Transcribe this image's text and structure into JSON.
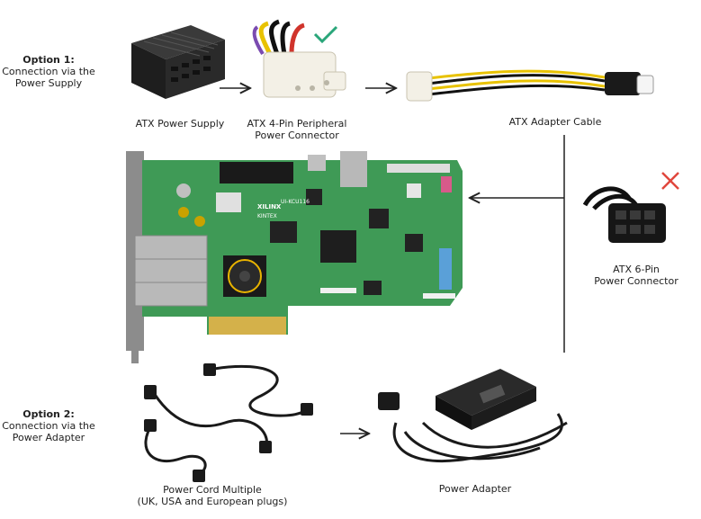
{
  "option1": {
    "title": "Option 1:",
    "line1": "Connection via the",
    "line2": "Power Supply"
  },
  "option2": {
    "title": "Option 2:",
    "line1": "Connection via the",
    "line2": "Power Adapter"
  },
  "captions": {
    "atx_power_supply": "ATX Power Supply",
    "atx_4pin_line1": "ATX 4-Pin Peripheral",
    "atx_4pin_line2": "Power Connector",
    "atx_adapter_cable": "ATX Adapter Cable",
    "atx_6pin_line1": "ATX 6-Pin",
    "atx_6pin_line2": "Power Connector",
    "power_cord_line1": "Power Cord Multiple",
    "power_cord_line2": "(UK, USA and European plugs)",
    "power_adapter": "Power Adapter"
  },
  "board": {
    "brand": "XILINX",
    "model": "KINTEX",
    "label": "UI-KCU116"
  },
  "colors": {
    "check": "#2aa67a",
    "cross": "#e0463c",
    "pcb": "#3f9a56",
    "arrow": "#222222"
  }
}
